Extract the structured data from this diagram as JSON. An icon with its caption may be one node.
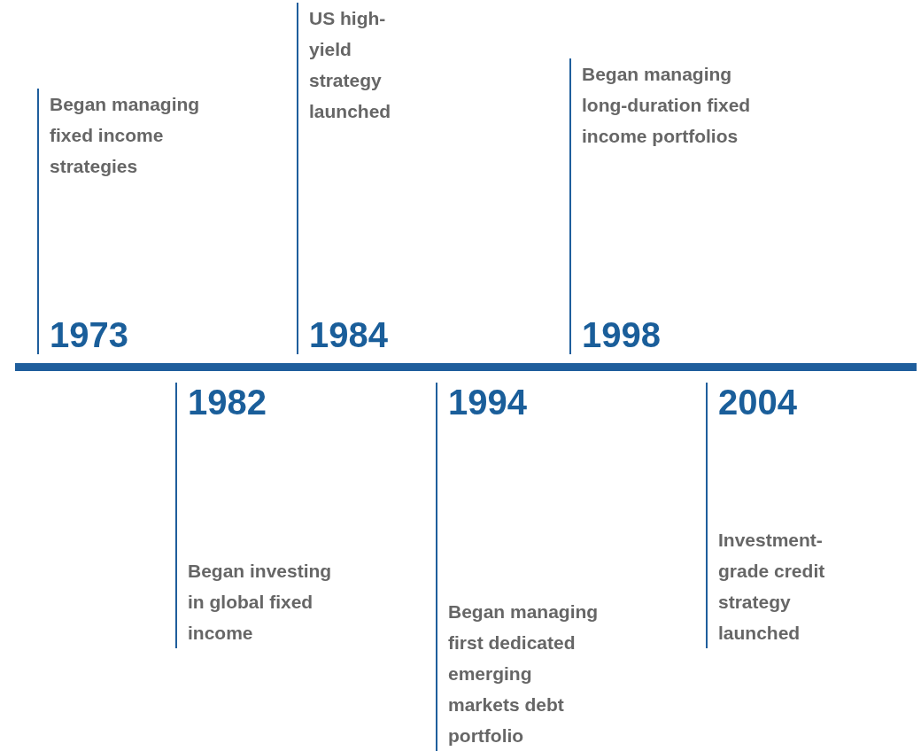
{
  "diagram": {
    "nodes": [
      {
        "text": [
          "Began managing fixed income strategies",
          "1973"
        ]
      },
      {
        "text": [
          "1982",
          "Began investing in global fixed income"
        ]
      },
      {
        "text": [
          "US high-yield strategy launched",
          "1984"
        ]
      },
      {
        "text": [
          "1994",
          "Began managing first dedicated emerging markets debt portfolio"
        ]
      },
      {
        "text": [
          "Began managing long-duration fixed income portfolios",
          "1998"
        ]
      },
      {
        "text": [
          "2004",
          "Investment-grade credit strategy launched"
        ]
      }
    ]
  }
}
